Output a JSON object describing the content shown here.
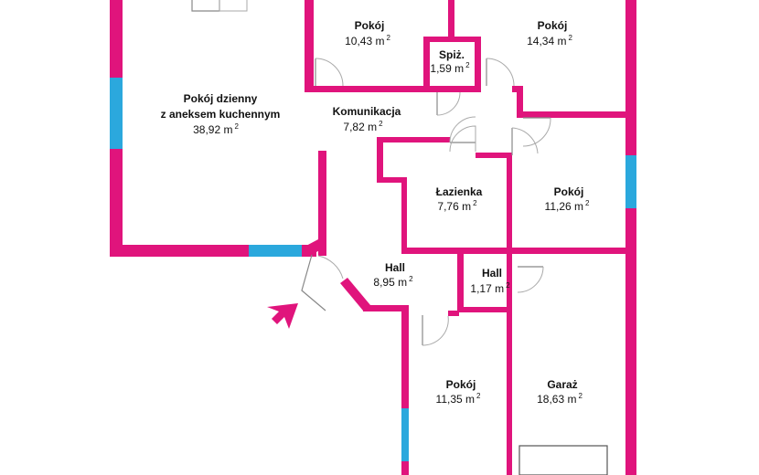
{
  "rooms": [
    {
      "id": "living",
      "name_lines": [
        "Pokój  dzienny",
        "z aneksem kuchennym"
      ],
      "area": "38,92 m",
      "unit_sup": "2"
    },
    {
      "id": "pokoj1",
      "name_lines": [
        "Pokój"
      ],
      "area": "10,43 m",
      "unit_sup": "2"
    },
    {
      "id": "pokoj2",
      "name_lines": [
        "Pokój"
      ],
      "area": "14,34 m",
      "unit_sup": "2"
    },
    {
      "id": "spiz",
      "name_lines": [
        "Spiż."
      ],
      "area": "1,59 m",
      "unit_sup": "2"
    },
    {
      "id": "komunikacja",
      "name_lines": [
        "Komunikacja"
      ],
      "area": "7,82 m",
      "unit_sup": "2"
    },
    {
      "id": "lazienka",
      "name_lines": [
        "Łazienka"
      ],
      "area": "7,76 m",
      "unit_sup": "2"
    },
    {
      "id": "pokoj3",
      "name_lines": [
        "Pokój"
      ],
      "area": "11,26 m",
      "unit_sup": "2"
    },
    {
      "id": "hall1",
      "name_lines": [
        "Hall"
      ],
      "area": "8,95 m",
      "unit_sup": "2"
    },
    {
      "id": "hall2",
      "name_lines": [
        "Hall"
      ],
      "area": "1,17 m",
      "unit_sup": "2"
    },
    {
      "id": "pokoj4",
      "name_lines": [
        "Pokój"
      ],
      "area": "11,35 m",
      "unit_sup": "2"
    },
    {
      "id": "garaz",
      "name_lines": [
        "Garaż"
      ],
      "area": "18,63 m",
      "unit_sup": "2"
    }
  ],
  "colors": {
    "wall": "#e0147c",
    "window": "#2ba8dd",
    "entry_arrow": "#e0147c"
  },
  "icons": {
    "entry": "entrance-arrow-icon"
  }
}
